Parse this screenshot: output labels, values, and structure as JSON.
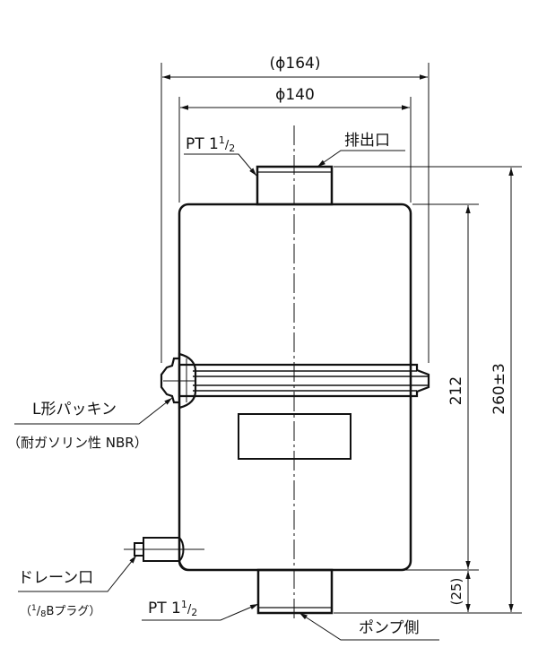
{
  "dimensions": {
    "outer_diameter": "(ϕ164)",
    "inner_diameter": "ϕ140",
    "overall_height": "260±3",
    "body_height": "212",
    "bottom_height": "(25)"
  },
  "labels": {
    "top_thread": {
      "main": "PT 1",
      "sup": "1",
      "sub": "2"
    },
    "outlet": "排出口",
    "gasket": "L形パッキン",
    "gasket_material": "（耐ガソリン性 NBR）",
    "drain": "ドレーン口",
    "drain_plug": {
      "open": "（",
      "sup": "1",
      "sub": "8",
      "rest": "Bプラグ）"
    },
    "bottom_thread": {
      "main": "PT 1",
      "sup": "1",
      "sub": "2"
    },
    "pump_side": "ポンプ側"
  }
}
